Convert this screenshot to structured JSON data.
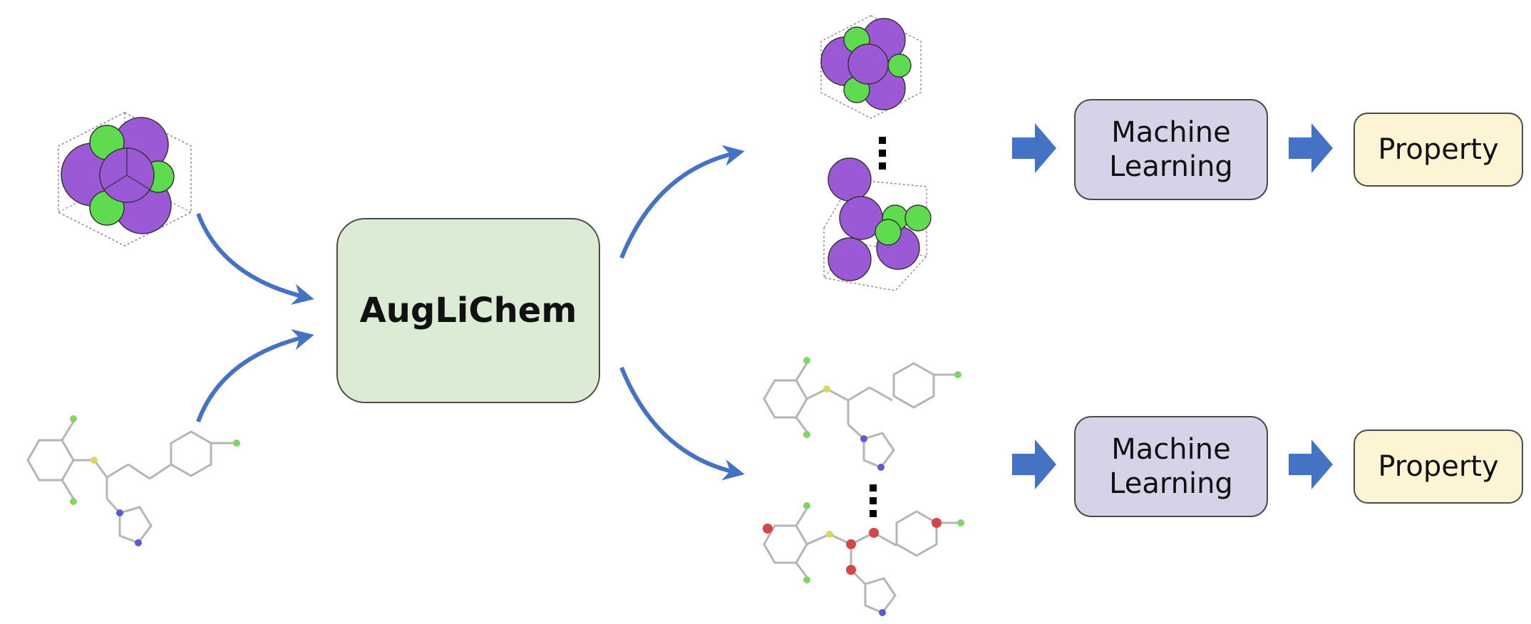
{
  "center": {
    "label": "AugLiChem"
  },
  "ml_top": {
    "line1": "Machine",
    "line2": "Learning"
  },
  "ml_bottom": {
    "line1": "Machine",
    "line2": "Learning"
  },
  "property_top": {
    "label": "Property"
  },
  "property_bottom": {
    "label": "Property"
  },
  "colors": {
    "arrow": "#4472c4",
    "center_fill": "#dcebd4",
    "ml_fill": "#d7d2e8",
    "property_fill": "#fcf4d3",
    "atom_purple": "#9b59d6",
    "atom_green": "#5fdb4f",
    "bond_gray": "#b5b5b5",
    "chlorine": "#7fd46a",
    "sulfur": "#d8d85a",
    "nitrogen": "#5a5ad8",
    "oxygen_mask": "#d04848"
  },
  "icons": [
    "crystal-structure-icon",
    "molecule-graph-icon",
    "ellipsis-dots-icon",
    "block-arrow-icon"
  ]
}
